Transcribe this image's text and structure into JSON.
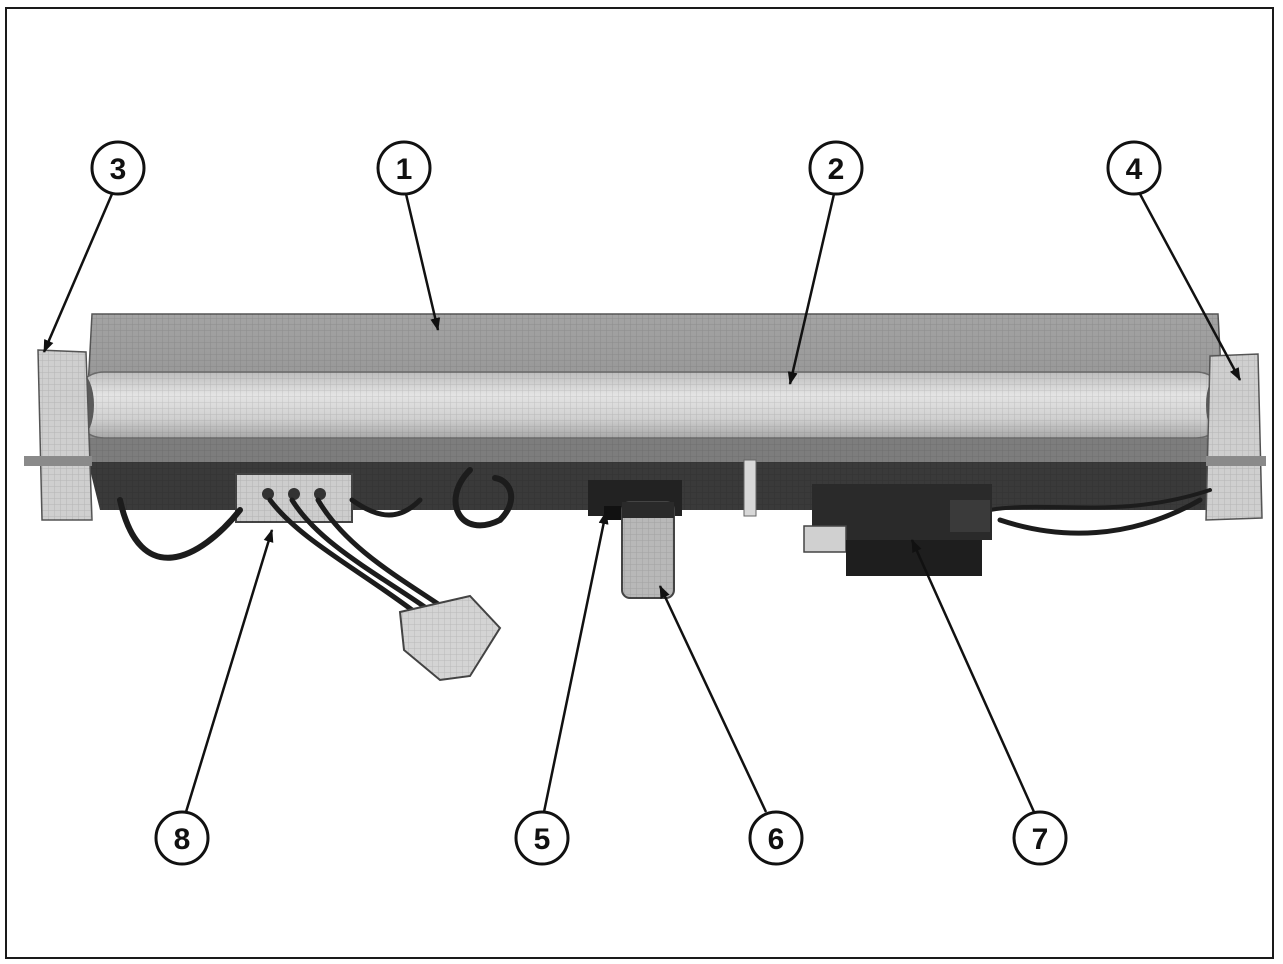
{
  "callouts": [
    {
      "id": "1",
      "label": "1"
    },
    {
      "id": "2",
      "label": "2"
    },
    {
      "id": "3",
      "label": "3"
    },
    {
      "id": "4",
      "label": "4"
    },
    {
      "id": "5",
      "label": "5"
    },
    {
      "id": "6",
      "label": "6"
    },
    {
      "id": "7",
      "label": "7"
    },
    {
      "id": "8",
      "label": "8"
    }
  ],
  "colors": {
    "ink": "#111111",
    "reflector": "#9a9a9a",
    "tube": "#d4d4d4",
    "bracket": "#c8c8c8",
    "dark_part": "#2a2a2a",
    "wire": "#1c1c1c"
  },
  "parts": {
    "reflector": "fluorescent-fixture-reflector",
    "tube": "fluorescent-tube",
    "left_bracket": "lamp-holder-left",
    "right_bracket": "lamp-holder-right",
    "starter_socket": "starter-socket",
    "starter": "starter",
    "ballast": "ballast",
    "terminal_block": "terminal-block"
  }
}
